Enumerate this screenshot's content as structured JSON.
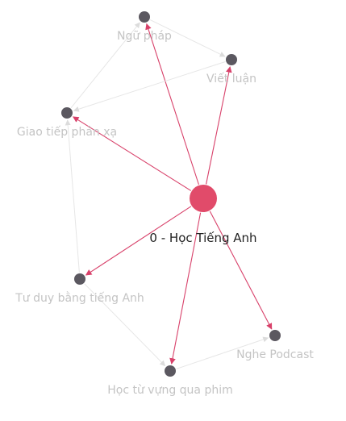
{
  "graph": {
    "center": {
      "id": "center",
      "label": "0 - Học Tiếng Anh",
      "color": "#e14b6a"
    },
    "nodes": [
      {
        "id": "grammar",
        "label": "Ngữ pháp"
      },
      {
        "id": "writing",
        "label": "Viết luận"
      },
      {
        "id": "reflex",
        "label": "Giao tiếp phản xạ"
      },
      {
        "id": "thinking",
        "label": "Tư duy bằng tiếng Anh"
      },
      {
        "id": "podcast",
        "label": "Nghe Podcast"
      },
      {
        "id": "vocab",
        "label": "Học từ vựng qua phim"
      }
    ],
    "edges": [
      {
        "from": "center",
        "to": "grammar",
        "kind": "primary"
      },
      {
        "from": "center",
        "to": "writing",
        "kind": "primary"
      },
      {
        "from": "center",
        "to": "reflex",
        "kind": "primary"
      },
      {
        "from": "center",
        "to": "thinking",
        "kind": "primary"
      },
      {
        "from": "center",
        "to": "vocab",
        "kind": "primary"
      },
      {
        "from": "center",
        "to": "podcast",
        "kind": "primary"
      },
      {
        "from": "grammar",
        "to": "writing",
        "kind": "secondary"
      },
      {
        "from": "writing",
        "to": "reflex",
        "kind": "secondary"
      },
      {
        "from": "reflex",
        "to": "grammar",
        "kind": "secondary"
      },
      {
        "from": "thinking",
        "to": "reflex",
        "kind": "secondary"
      },
      {
        "from": "thinking",
        "to": "vocab",
        "kind": "secondary"
      },
      {
        "from": "vocab",
        "to": "podcast",
        "kind": "secondary"
      }
    ],
    "colors": {
      "primary_edge": "#d8416a",
      "secondary_edge": "#e6e6e6",
      "node": "#5b5860"
    }
  }
}
